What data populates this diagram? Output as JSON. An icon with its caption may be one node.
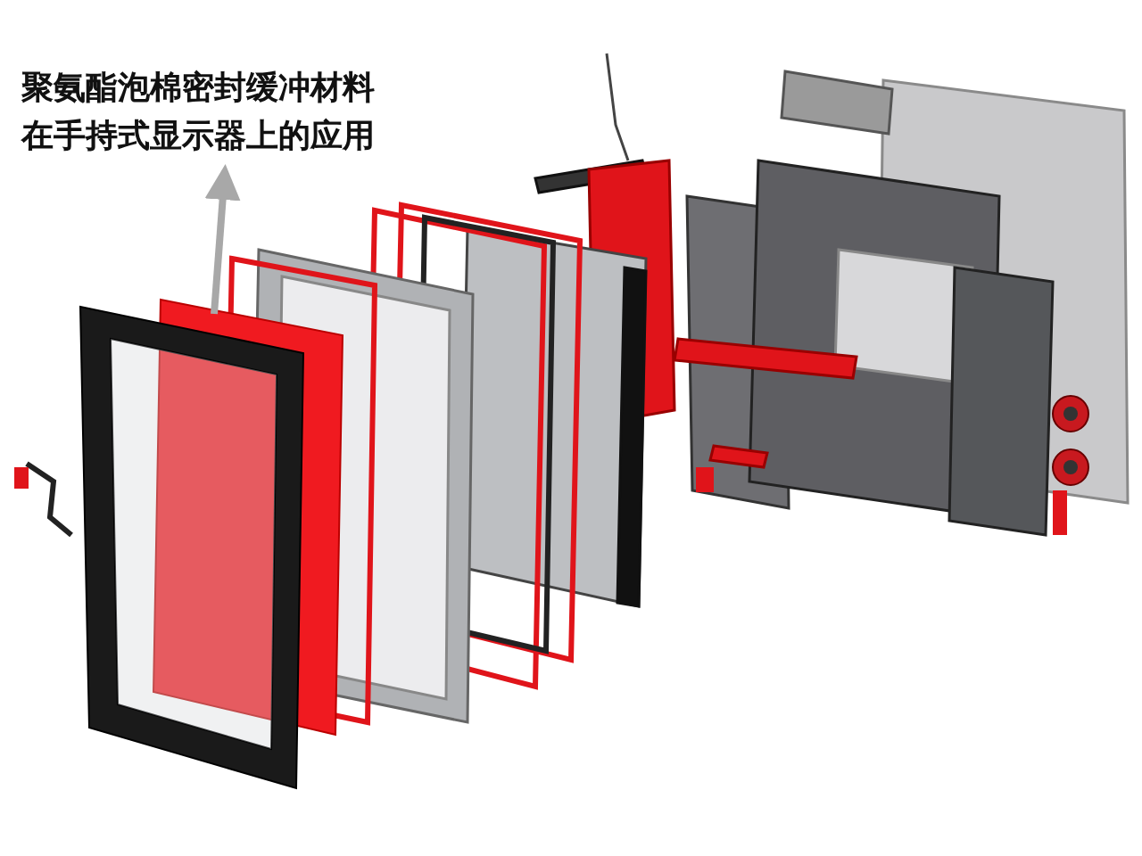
{
  "diagram": {
    "nodes": [
      {
        "text": [
          "聚氨酯泡棉密封缓冲材料在手持式显示器上的应用"
        ]
      },
      {
        "text": [],
        "shape": "box"
      }
    ],
    "edges": [
      {
        "from": 1,
        "to": 0,
        "arrow": "to"
      }
    ]
  }
}
